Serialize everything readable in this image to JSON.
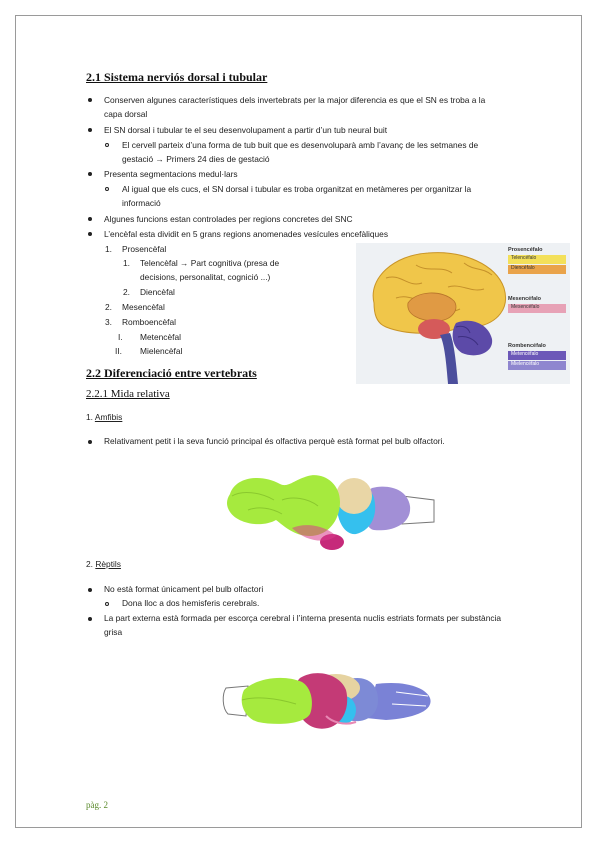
{
  "section_2_1": {
    "title": "2.1 Sistema nerviós dorsal i tubular",
    "bullets": [
      "Conserven algunes característiques dels invertebrats per la major diferencia es que el SN es troba a la capa dorsal",
      "El SN dorsal i tubular te el seu desenvolupament a partir d’un tub neural buit",
      "El cervell parteix d’una forma de tub buit que es desenvoluparà amb l’avanç de les setmanes de gestació → Primers 24 dies de gestació",
      "Presenta segmentacions medul·lars",
      "Al igual que els cucs, el SN dorsal i tubular es troba organitzat en metàmeres per organitzar la informació",
      "Algunes funcions estan controlades per regions concretes del SNC",
      "L’encèfal esta dividit en 5 grans regions anomenades vesícules encefàliques"
    ],
    "list": {
      "n1": "1.",
      "prosencefal": "Prosencèfal",
      "n1_1": "1.",
      "telencefal": "Telencèfal → Part cognitiva (presa de decisions, personalitat, cognició ...)",
      "n1_2": "2.",
      "diencefal": "Diencèfal",
      "n2": "2.",
      "mesencefal": "Mesencèfal",
      "n3": "3.",
      "rombencefal": "Romboencèfal",
      "r1": "I.",
      "metencefal": "Metencèfal",
      "r2": "II.",
      "mielencefal": "Mielencèfal"
    }
  },
  "brain_figure": {
    "prosencefalo": "Prosencéfalo",
    "telencefalo": "Telencéfalo",
    "diencefalo": "Diencéfalo",
    "mesencefalo_h": "Mesencéfalo",
    "mesencefalo": "Mesencéfalo",
    "rombencefalo": "Rombencéfalo",
    "metencefalo": "Metencéfalo",
    "mielencefalo": "Mielencéfalo",
    "colors": {
      "telencefalo": "#f3e05a",
      "diencefalo": "#e9a34a",
      "mesencefalo": "#e7a2b6",
      "metencefalo": "#6c58b8",
      "mielencefalo": "#8f86cf"
    }
  },
  "section_2_2": {
    "title": "2.2 Diferenciació entre vertebrats",
    "sub_title": "2.2.1 Mida relativa",
    "amfibis_num": "1.",
    "amfibis": "Amfibis",
    "amfibis_bullet": "Relativament petit i la seva funció principal és olfactiva perquè està format pel bulb olfactori.",
    "reptils_num": "2.",
    "reptils": "Rèptils",
    "reptils_bullets": [
      "No està format únicament pel bulb olfactori",
      "Dona lloc a dos hemisferis cerebrals.",
      "La part externa està formada per escorça cerebral i l’interna presenta nuclis estriats formats per substància grisa"
    ]
  },
  "footer": {
    "page": "pàg. 2"
  }
}
